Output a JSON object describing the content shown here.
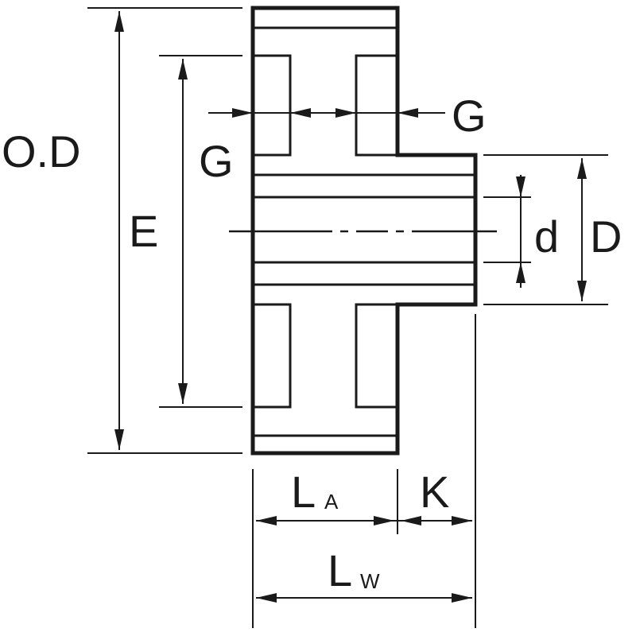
{
  "labels": {
    "od": "O.D",
    "e": "E",
    "g_left": "G",
    "g_right": "G",
    "small_d": "d",
    "big_d": "D",
    "la_main": "L",
    "la_sub": "A",
    "k": "K",
    "lw_main": "L",
    "lw_sub": "W"
  },
  "colors": {
    "line": "#1a1a1a",
    "background": "#ffffff"
  }
}
